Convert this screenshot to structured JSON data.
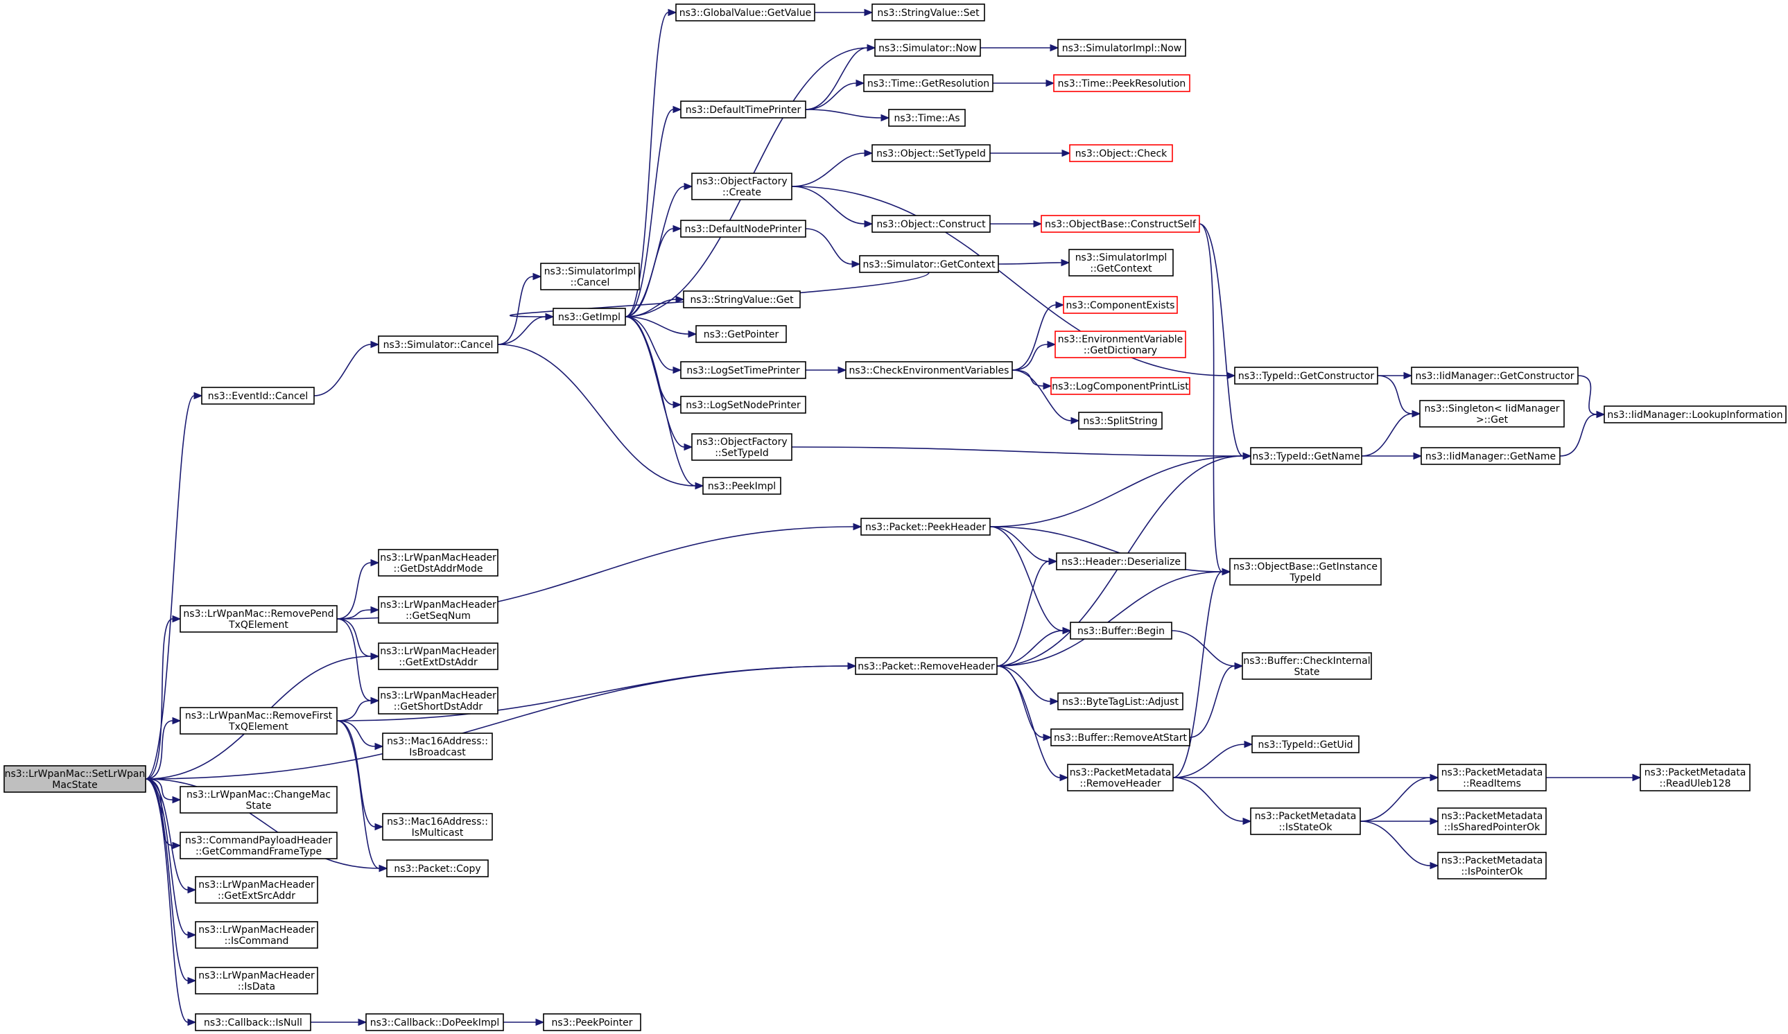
{
  "colors": {
    "edge": "#191970",
    "node_border": "#000000",
    "node_border_incomplete": "#ff0000",
    "root_fill": "#bfbfbf",
    "node_fill": "#ffffff"
  },
  "nodes": [
    {
      "id": "root",
      "lines": [
        "ns3::LrWpanMac::SetLrWpan",
        "MacState"
      ],
      "root": true
    },
    {
      "id": "eventid_cancel",
      "lines": [
        "ns3::EventId::Cancel"
      ]
    },
    {
      "id": "sim_cancel",
      "lines": [
        "ns3::Simulator::Cancel"
      ]
    },
    {
      "id": "simimpl_cancel",
      "lines": [
        "ns3::SimulatorImpl",
        "::Cancel"
      ]
    },
    {
      "id": "getimpl",
      "lines": [
        "ns3::GetImpl"
      ]
    },
    {
      "id": "globalvalue_getvalue",
      "lines": [
        "ns3::GlobalValue::GetValue"
      ]
    },
    {
      "id": "stringvalue_set",
      "lines": [
        "ns3::StringValue::Set"
      ]
    },
    {
      "id": "sim_now",
      "lines": [
        "ns3::Simulator::Now"
      ]
    },
    {
      "id": "simimpl_now",
      "lines": [
        "ns3::SimulatorImpl::Now"
      ]
    },
    {
      "id": "defaulttimeprinter",
      "lines": [
        "ns3::DefaultTimePrinter"
      ]
    },
    {
      "id": "time_getresolution",
      "lines": [
        "ns3::Time::GetResolution"
      ]
    },
    {
      "id": "time_peekresolution",
      "lines": [
        "ns3::Time::PeekResolution"
      ],
      "red": true
    },
    {
      "id": "time_as",
      "lines": [
        "ns3::Time::As"
      ]
    },
    {
      "id": "objectfactory_create",
      "lines": [
        "ns3::ObjectFactory",
        "::Create"
      ]
    },
    {
      "id": "object_settypeid",
      "lines": [
        "ns3::Object::SetTypeId"
      ]
    },
    {
      "id": "object_check",
      "lines": [
        "ns3::Object::Check"
      ],
      "red": true
    },
    {
      "id": "object_construct",
      "lines": [
        "ns3::Object::Construct"
      ]
    },
    {
      "id": "objectbase_constructself",
      "lines": [
        "ns3::ObjectBase::ConstructSelf"
      ],
      "red": true
    },
    {
      "id": "defaultnodeprinter",
      "lines": [
        "ns3::DefaultNodePrinter"
      ]
    },
    {
      "id": "sim_getcontext",
      "lines": [
        "ns3::Simulator::GetContext"
      ]
    },
    {
      "id": "simimpl_getcontext",
      "lines": [
        "ns3::SimulatorImpl",
        "::GetContext"
      ]
    },
    {
      "id": "stringvalue_get",
      "lines": [
        "ns3::StringValue::Get"
      ]
    },
    {
      "id": "getpointer",
      "lines": [
        "ns3::GetPointer"
      ]
    },
    {
      "id": "logsettimeprinter",
      "lines": [
        "ns3::LogSetTimePrinter"
      ]
    },
    {
      "id": "checkenvvars",
      "lines": [
        "ns3::CheckEnvironmentVariables"
      ]
    },
    {
      "id": "componentexists",
      "lines": [
        "ns3::ComponentExists"
      ],
      "red": true
    },
    {
      "id": "envvar_getdict",
      "lines": [
        "ns3::EnvironmentVariable",
        "::GetDictionary"
      ],
      "red": true
    },
    {
      "id": "logcomponentprintlist",
      "lines": [
        "ns3::LogComponentPrintList"
      ],
      "red": true
    },
    {
      "id": "splitstring",
      "lines": [
        "ns3::SplitString"
      ]
    },
    {
      "id": "logsetnodeprinter",
      "lines": [
        "ns3::LogSetNodePrinter"
      ]
    },
    {
      "id": "objectfactory_settypeid",
      "lines": [
        "ns3::ObjectFactory",
        "::SetTypeId"
      ]
    },
    {
      "id": "peekimpl",
      "lines": [
        "ns3::PeekImpl"
      ]
    },
    {
      "id": "typeid_getconstructor",
      "lines": [
        "ns3::TypeId::GetConstructor"
      ]
    },
    {
      "id": "iidmanager_getconstructor",
      "lines": [
        "ns3::IidManager::GetConstructor"
      ]
    },
    {
      "id": "singleton_get",
      "lines": [
        "ns3::Singleton< IidManager",
        ">::Get"
      ]
    },
    {
      "id": "iidmanager_lookupinfo",
      "lines": [
        "ns3::IidManager::LookupInformation"
      ]
    },
    {
      "id": "typeid_getname",
      "lines": [
        "ns3::TypeId::GetName"
      ]
    },
    {
      "id": "iidmanager_getname",
      "lines": [
        "ns3::IidManager::GetName"
      ]
    },
    {
      "id": "packet_peekheader",
      "lines": [
        "ns3::Packet::PeekHeader"
      ]
    },
    {
      "id": "header_deserialize",
      "lines": [
        "ns3::Header::Deserialize"
      ]
    },
    {
      "id": "objectbase_getinstancetypeid",
      "lines": [
        "ns3::ObjectBase::GetInstance",
        "TypeId"
      ]
    },
    {
      "id": "removepend",
      "lines": [
        "ns3::LrWpanMac::RemovePend",
        "TxQElement"
      ]
    },
    {
      "id": "hdr_getdstaddrmode",
      "lines": [
        "ns3::LrWpanMacHeader",
        "::GetDstAddrMode"
      ]
    },
    {
      "id": "hdr_getseqnum",
      "lines": [
        "ns3::LrWpanMacHeader",
        "::GetSeqNum"
      ]
    },
    {
      "id": "hdr_getextdstaddr",
      "lines": [
        "ns3::LrWpanMacHeader",
        "::GetExtDstAddr"
      ]
    },
    {
      "id": "hdr_getshortdstaddr",
      "lines": [
        "ns3::LrWpanMacHeader",
        "::GetShortDstAddr"
      ]
    },
    {
      "id": "buffer_begin",
      "lines": [
        "ns3::Buffer::Begin"
      ]
    },
    {
      "id": "buffer_checkinternalstate",
      "lines": [
        "ns3::Buffer::CheckInternal",
        "State"
      ]
    },
    {
      "id": "packet_removeheader",
      "lines": [
        "ns3::Packet::RemoveHeader"
      ]
    },
    {
      "id": "bytetaglist_adjust",
      "lines": [
        "ns3::ByteTagList::Adjust"
      ]
    },
    {
      "id": "removefirst",
      "lines": [
        "ns3::LrWpanMac::RemoveFirst",
        "TxQElement"
      ]
    },
    {
      "id": "mac16_isbroadcast",
      "lines": [
        "ns3::Mac16Address::",
        "IsBroadcast"
      ]
    },
    {
      "id": "buffer_removeatstart",
      "lines": [
        "ns3::Buffer::RemoveAtStart"
      ]
    },
    {
      "id": "typeid_getuid",
      "lines": [
        "ns3::TypeId::GetUid"
      ]
    },
    {
      "id": "pm_removeheader",
      "lines": [
        "ns3::PacketMetadata",
        "::RemoveHeader"
      ]
    },
    {
      "id": "pm_readitems",
      "lines": [
        "ns3::PacketMetadata",
        "::ReadItems"
      ]
    },
    {
      "id": "pm_readuleb128",
      "lines": [
        "ns3::PacketMetadata",
        "::ReadUleb128"
      ]
    },
    {
      "id": "changemacstate",
      "lines": [
        "ns3::LrWpanMac::ChangeMac",
        "State"
      ]
    },
    {
      "id": "mac16_ismulticast",
      "lines": [
        "ns3::Mac16Address::",
        "IsMulticast"
      ]
    },
    {
      "id": "pm_isstateok",
      "lines": [
        "ns3::PacketMetadata",
        "::IsStateOk"
      ]
    },
    {
      "id": "pm_issharedpointerok",
      "lines": [
        "ns3::PacketMetadata",
        "::IsSharedPointerOk"
      ]
    },
    {
      "id": "cmdpayload_getcmdframetype",
      "lines": [
        "ns3::CommandPayloadHeader",
        "::GetCommandFrameType"
      ]
    },
    {
      "id": "packet_copy",
      "lines": [
        "ns3::Packet::Copy"
      ]
    },
    {
      "id": "pm_ispointerok",
      "lines": [
        "ns3::PacketMetadata",
        "::IsPointerOk"
      ]
    },
    {
      "id": "hdr_getextsrcaddr",
      "lines": [
        "ns3::LrWpanMacHeader",
        "::GetExtSrcAddr"
      ]
    },
    {
      "id": "hdr_iscommand",
      "lines": [
        "ns3::LrWpanMacHeader",
        "::IsCommand"
      ]
    },
    {
      "id": "hdr_isdata",
      "lines": [
        "ns3::LrWpanMacHeader",
        "::IsData"
      ]
    },
    {
      "id": "callback_isnull",
      "lines": [
        "ns3::Callback::IsNull"
      ]
    },
    {
      "id": "callback_dopeekimpl",
      "lines": [
        "ns3::Callback::DoPeekImpl"
      ]
    },
    {
      "id": "peekpointer",
      "lines": [
        "ns3::PeekPointer"
      ]
    }
  ],
  "edges": [
    [
      "root",
      "eventid_cancel"
    ],
    [
      "root",
      "removepend"
    ],
    [
      "root",
      "removefirst"
    ],
    [
      "root",
      "changemacstate"
    ],
    [
      "root",
      "cmdpayload_getcmdframetype"
    ],
    [
      "root",
      "hdr_getextsrcaddr"
    ],
    [
      "root",
      "hdr_iscommand"
    ],
    [
      "root",
      "hdr_isdata"
    ],
    [
      "root",
      "callback_isnull"
    ],
    [
      "root",
      "hdr_getextdstaddr"
    ],
    [
      "root",
      "packet_copy"
    ],
    [
      "root",
      "packet_removeheader"
    ],
    [
      "eventid_cancel",
      "sim_cancel"
    ],
    [
      "sim_cancel",
      "simimpl_cancel"
    ],
    [
      "sim_cancel",
      "getimpl"
    ],
    [
      "sim_cancel",
      "peekimpl"
    ],
    [
      "getimpl",
      "globalvalue_getvalue"
    ],
    [
      "getimpl",
      "sim_now"
    ],
    [
      "getimpl",
      "defaulttimeprinter"
    ],
    [
      "getimpl",
      "objectfactory_create"
    ],
    [
      "getimpl",
      "defaultnodeprinter"
    ],
    [
      "getimpl",
      "stringvalue_get"
    ],
    [
      "getimpl",
      "getpointer"
    ],
    [
      "getimpl",
      "logsettimeprinter"
    ],
    [
      "getimpl",
      "logsetnodeprinter"
    ],
    [
      "getimpl",
      "objectfactory_settypeid"
    ],
    [
      "getimpl",
      "peekimpl"
    ],
    [
      "globalvalue_getvalue",
      "stringvalue_set"
    ],
    [
      "sim_now",
      "simimpl_now"
    ],
    [
      "sim_getcontext",
      "getimpl"
    ],
    [
      "defaulttimeprinter",
      "sim_now"
    ],
    [
      "defaulttimeprinter",
      "time_getresolution"
    ],
    [
      "defaulttimeprinter",
      "time_as"
    ],
    [
      "time_getresolution",
      "time_peekresolution"
    ],
    [
      "objectfactory_create",
      "object_settypeid"
    ],
    [
      "objectfactory_create",
      "object_construct"
    ],
    [
      "objectfactory_create",
      "typeid_getconstructor"
    ],
    [
      "object_settypeid",
      "object_check"
    ],
    [
      "object_construct",
      "objectbase_constructself"
    ],
    [
      "objectbase_constructself",
      "typeid_getname"
    ],
    [
      "objectbase_constructself",
      "objectbase_getinstancetypeid"
    ],
    [
      "defaultnodeprinter",
      "sim_getcontext"
    ],
    [
      "sim_getcontext",
      "simimpl_getcontext"
    ],
    [
      "logsettimeprinter",
      "checkenvvars"
    ],
    [
      "checkenvvars",
      "componentexists"
    ],
    [
      "checkenvvars",
      "envvar_getdict"
    ],
    [
      "checkenvvars",
      "logcomponentprintlist"
    ],
    [
      "checkenvvars",
      "splitstring"
    ],
    [
      "objectfactory_settypeid",
      "typeid_getname"
    ],
    [
      "typeid_getconstructor",
      "iidmanager_getconstructor"
    ],
    [
      "typeid_getconstructor",
      "singleton_get"
    ],
    [
      "iidmanager_getconstructor",
      "iidmanager_lookupinfo"
    ],
    [
      "typeid_getname",
      "singleton_get"
    ],
    [
      "typeid_getname",
      "iidmanager_getname"
    ],
    [
      "iidmanager_getname",
      "iidmanager_lookupinfo"
    ],
    [
      "packet_peekheader",
      "typeid_getname"
    ],
    [
      "packet_peekheader",
      "objectbase_getinstancetypeid"
    ],
    [
      "packet_peekheader",
      "header_deserialize"
    ],
    [
      "packet_peekheader",
      "buffer_begin"
    ],
    [
      "removepend",
      "packet_peekheader"
    ],
    [
      "removepend",
      "hdr_getdstaddrmode"
    ],
    [
      "removepend",
      "hdr_getseqnum"
    ],
    [
      "removepend",
      "hdr_getextdstaddr"
    ],
    [
      "removepend",
      "hdr_getshortdstaddr"
    ],
    [
      "removefirst",
      "hdr_getshortdstaddr"
    ],
    [
      "removefirst",
      "mac16_isbroadcast"
    ],
    [
      "removefirst",
      "mac16_ismulticast"
    ],
    [
      "removefirst",
      "packet_copy"
    ],
    [
      "removefirst",
      "packet_removeheader"
    ],
    [
      "buffer_begin",
      "buffer_checkinternalstate"
    ],
    [
      "packet_removeheader",
      "header_deserialize"
    ],
    [
      "packet_removeheader",
      "typeid_getname"
    ],
    [
      "packet_removeheader",
      "objectbase_getinstancetypeid"
    ],
    [
      "packet_removeheader",
      "buffer_begin"
    ],
    [
      "packet_removeheader",
      "bytetaglist_adjust"
    ],
    [
      "packet_removeheader",
      "buffer_removeatstart"
    ],
    [
      "packet_removeheader",
      "pm_removeheader"
    ],
    [
      "buffer_removeatstart",
      "buffer_checkinternalstate"
    ],
    [
      "pm_removeheader",
      "objectbase_getinstancetypeid"
    ],
    [
      "pm_removeheader",
      "typeid_getuid"
    ],
    [
      "pm_removeheader",
      "pm_readitems"
    ],
    [
      "pm_removeheader",
      "pm_isstateok"
    ],
    [
      "pm_readitems",
      "pm_readuleb128"
    ],
    [
      "pm_isstateok",
      "pm_readitems"
    ],
    [
      "pm_isstateok",
      "pm_issharedpointerok"
    ],
    [
      "pm_isstateok",
      "pm_ispointerok"
    ],
    [
      "callback_isnull",
      "callback_dopeekimpl"
    ],
    [
      "callback_dopeekimpl",
      "peekpointer"
    ]
  ]
}
